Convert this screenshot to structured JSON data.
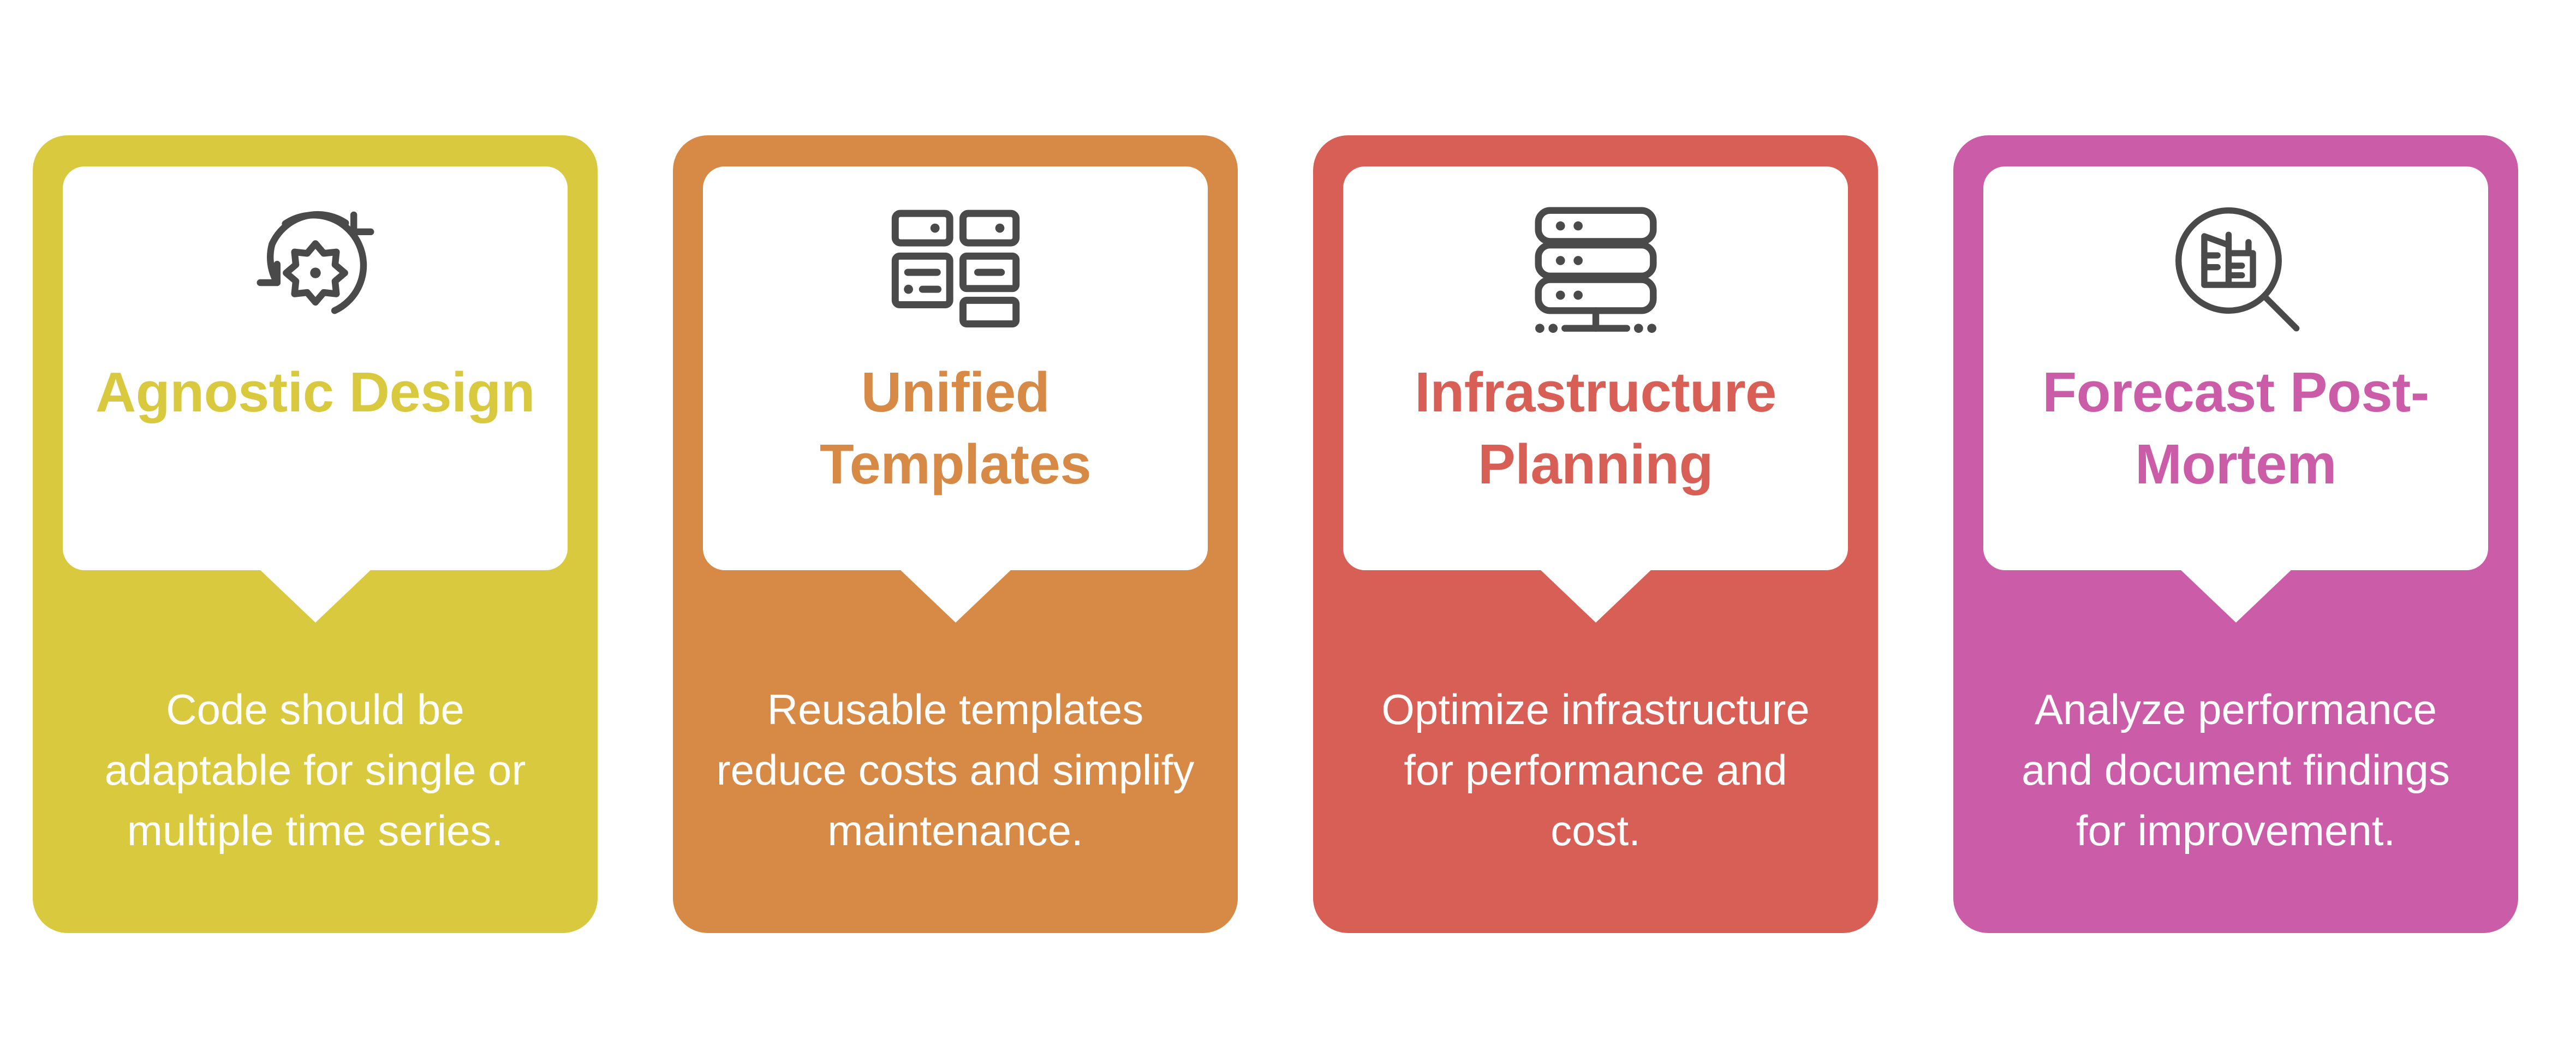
{
  "page": {
    "background_color": "#ffffff",
    "layout": "four-column speech-bubble card row"
  },
  "cards": [
    {
      "title": "Agnostic Design",
      "body": "Code should be adaptable for single or multiple time series.",
      "accent_color": "#D9C93F",
      "title_color": "#D9C93F",
      "body_color": "#FFFFFF",
      "panel_color": "#FFFFFF",
      "icon_name": "sync-gear-icon",
      "icon_color": "#4A4A4A"
    },
    {
      "title": "Unified Templates",
      "body": "Reusable templates reduce costs and simplify maintenance.",
      "accent_color": "#D68A46",
      "title_color": "#D68A46",
      "body_color": "#FFFFFF",
      "panel_color": "#FFFFFF",
      "icon_name": "template-layout-icon",
      "icon_color": "#4A4A4A"
    },
    {
      "title": "Infrastructure Planning",
      "body": "Optimize infrastructure for performance and cost.",
      "accent_color": "#D85F55",
      "title_color": "#D85F55",
      "body_color": "#FFFFFF",
      "panel_color": "#FFFFFF",
      "icon_name": "server-rack-icon",
      "icon_color": "#4A4A4A"
    },
    {
      "title": "Forecast Post-Mortem",
      "body": "Analyze performance and document findings for improvement.",
      "accent_color": "#CB5DA8",
      "title_color": "#CB5DA8",
      "body_color": "#FFFFFF",
      "panel_color": "#FFFFFF",
      "icon_name": "magnifier-chart-icon",
      "icon_color": "#4A4A4A"
    }
  ]
}
